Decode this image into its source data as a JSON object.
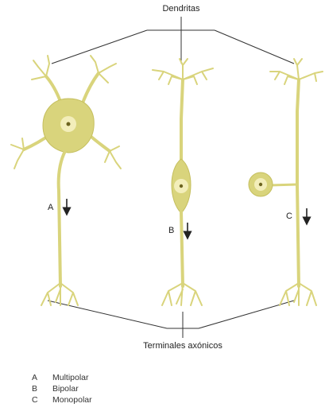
{
  "labels": {
    "top": "Dendritas",
    "bottom": "Terminales axónicos"
  },
  "neurons": [
    {
      "letter": "A"
    },
    {
      "letter": "B"
    },
    {
      "letter": "C"
    }
  ],
  "legend": [
    {
      "letter": "A",
      "text": "Multipolar"
    },
    {
      "letter": "B",
      "text": "Bipolar"
    },
    {
      "letter": "C",
      "text": "Monopolar"
    }
  ],
  "colors": {
    "cell_fill": "#d9d47c",
    "cell_edge": "#c5bf5e",
    "nucleus": "#f3eeba",
    "nucleolus": "#6d6420",
    "line": "#333333"
  }
}
